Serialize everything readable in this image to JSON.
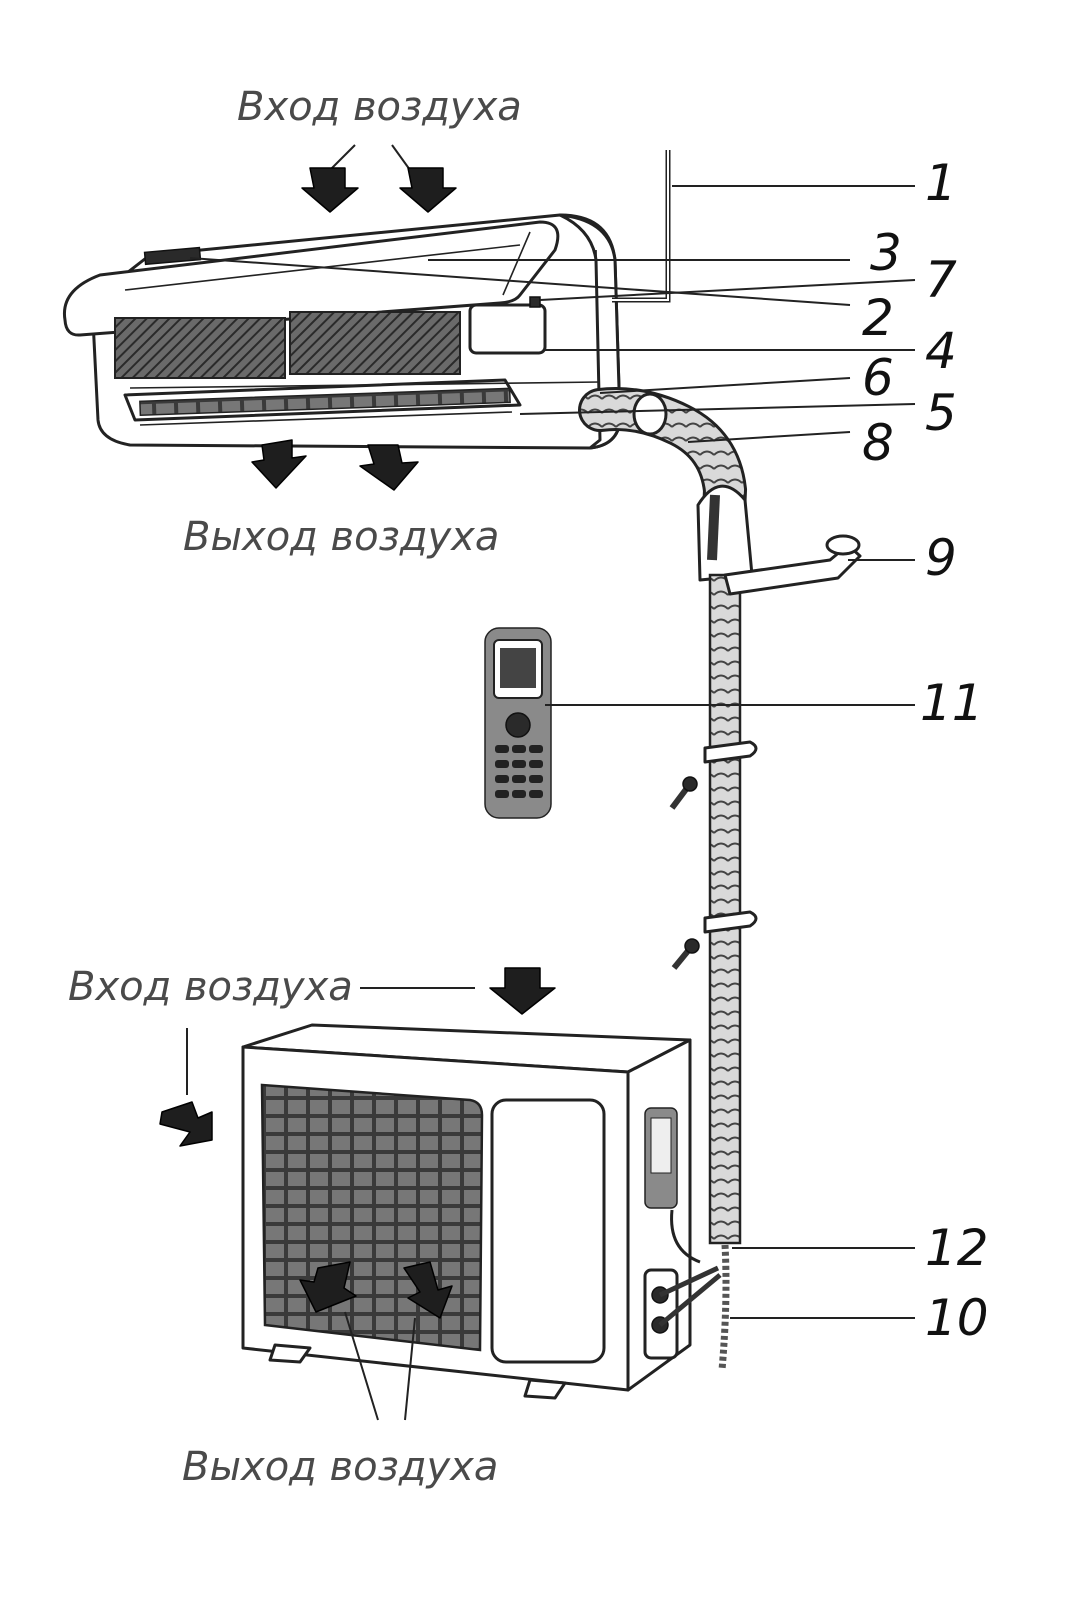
{
  "labels": {
    "indoor_air_in": "Вход воздуха",
    "indoor_air_out": "Выход воздуха",
    "outdoor_air_in": "Вход воздуха",
    "outdoor_air_out": "Выход воздуха"
  },
  "callouts": {
    "c1": "1",
    "c2": "2",
    "c3": "3",
    "c4": "4",
    "c5": "5",
    "c6": "6",
    "c7": "7",
    "c8": "8",
    "c9": "9",
    "c10": "10",
    "c11": "11",
    "c12": "12"
  }
}
